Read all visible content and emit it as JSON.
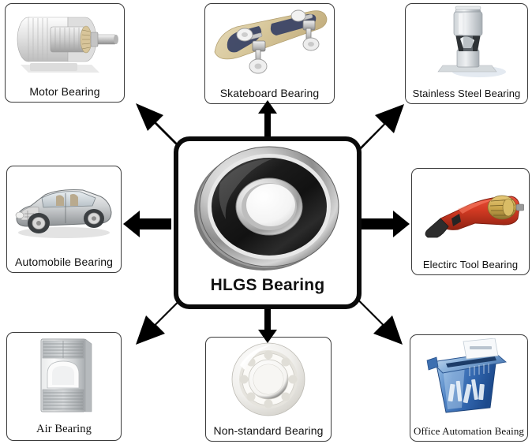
{
  "diagram": {
    "type": "radial-hub-and-spoke",
    "center": {
      "label": "HLGS Bearing",
      "image_name": "deep-groove-ball-bearing-photo"
    },
    "arrow_color": "#000000",
    "card_border_color": "#3a3a3a",
    "background": "#ffffff",
    "nodes": [
      {
        "id": "motor",
        "label": "Motor Bearing",
        "image_name": "electric-motor-cutaway-photo",
        "direction": "up-left"
      },
      {
        "id": "skateboard",
        "label": "Skateboard Bearing",
        "image_name": "skateboard-deck-trucks-photo",
        "direction": "up"
      },
      {
        "id": "stainless",
        "label": "Stainless Steel Bearing",
        "image_name": "coffee-grinder-appliance-photo",
        "direction": "up-right"
      },
      {
        "id": "automobile",
        "label": "Automobile Bearing",
        "image_name": "car-cutaway-sedan-photo",
        "direction": "left"
      },
      {
        "id": "electric",
        "label": "Electirc Tool Bearing",
        "image_name": "red-power-drill-cutaway-photo",
        "direction": "right"
      },
      {
        "id": "air",
        "label": "Air Bearing",
        "image_name": "floor-standing-air-conditioner-photo",
        "direction": "down-left"
      },
      {
        "id": "nonstd",
        "label": "Non-standard Bearing",
        "image_name": "white-ceramic-ball-bearing-photo",
        "direction": "down"
      },
      {
        "id": "office",
        "label": "Office Automation Beaing",
        "image_name": "blue-paper-shredder-photo",
        "direction": "down-right"
      }
    ]
  }
}
